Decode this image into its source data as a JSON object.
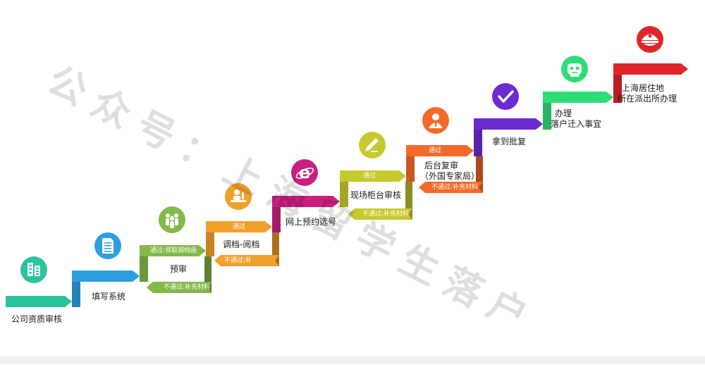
{
  "steps": [
    {
      "id": "s1",
      "label": "公司资质审核",
      "color": "#2bc3a0",
      "icon": "building-icon"
    },
    {
      "id": "s2",
      "label": "填写系统",
      "color": "#2d9fe0",
      "icon": "document-icon"
    },
    {
      "id": "s3",
      "label": "预审",
      "color": "#84b84a",
      "icon": "people-icon",
      "pass_label": "通过:领取调档函",
      "fail_label": "不通过:补充材料"
    },
    {
      "id": "s4",
      "label": "调档-阅档",
      "color": "#f2a02c",
      "icon": "desk-worker-icon",
      "pass_label": "通过",
      "fail_label": "不通过:补"
    },
    {
      "id": "s5",
      "label": "网上预约选号",
      "color": "#c9207f",
      "icon": "ie-browser-icon"
    },
    {
      "id": "s6",
      "label": "现场柜台审核",
      "color": "#c6c92d",
      "icon": "pencil-icon",
      "pass_label": "通过",
      "fail_label": "不通过:补充材料"
    },
    {
      "id": "s7",
      "label_lines": [
        "后台复审",
        "（外国专家局）"
      ],
      "color": "#f46a28",
      "icon": "officer-icon",
      "pass_label": "通过",
      "fail_label": "不通过:补充材料"
    },
    {
      "id": "s8",
      "label": "拿到批复",
      "color": "#6a2bd1",
      "icon": "checkmark-icon"
    },
    {
      "id": "s9",
      "label_lines": [
        "办理",
        "落户迁入事宜"
      ],
      "color": "#2fdc7a",
      "icon": "robot-icon"
    },
    {
      "id": "s10",
      "label_lines": [
        "上海居住地",
        "所在派出所办理"
      ],
      "color": "#e0262a",
      "icon": "police-cap-icon"
    }
  ],
  "watermark": {
    "line1": "公众号：上海留学生落户"
  }
}
